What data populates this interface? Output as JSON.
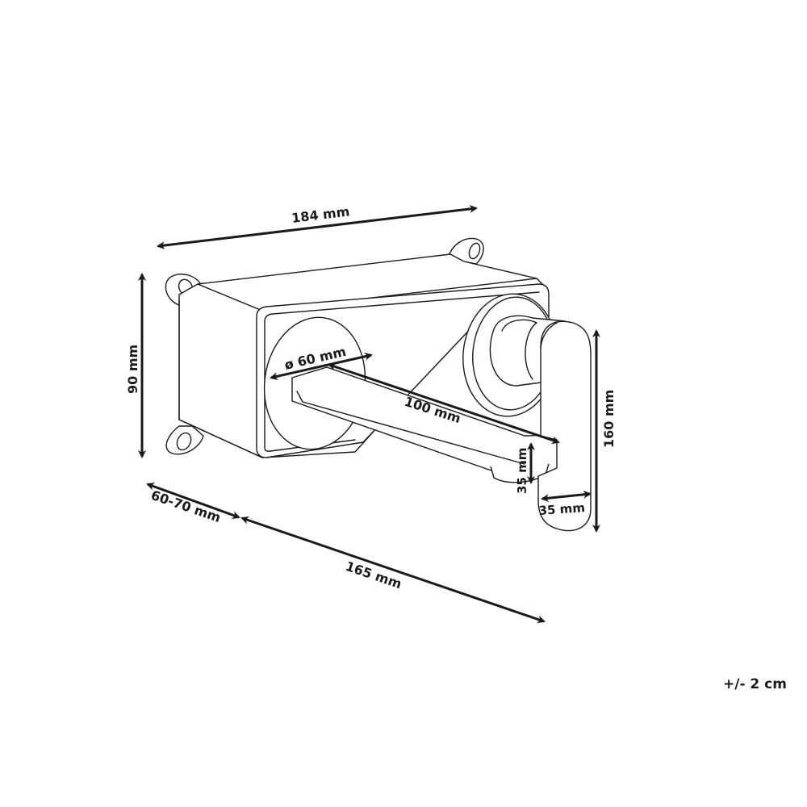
{
  "diagram": {
    "subject": "wall-mounted mixer tap with concealed box",
    "line_color": "#1a1a1a",
    "background": "#ffffff",
    "dimensions": {
      "box_width": "184 mm",
      "box_height": "90 mm",
      "flange_diameter": "ø 60 mm",
      "spout_length": "100 mm",
      "handle_height": "160 mm",
      "spout_height": "35 mm",
      "handle_width": "35 mm",
      "wall_depth": "60-70 mm",
      "total_projection": "165 mm"
    },
    "tolerance": "+/- 2 cm"
  }
}
